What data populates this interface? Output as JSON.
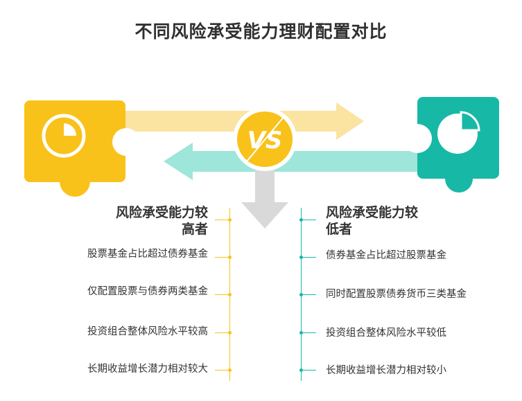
{
  "title": "不同风险承受能力理财配置对比",
  "center_badge": "VS",
  "colors": {
    "yellow": "#F9C21A",
    "teal": "#17B9A6",
    "light_yellow": "#FBE3A2",
    "light_teal": "#9EE5DA",
    "gray_arrow": "#D9D9D9"
  },
  "left": {
    "heading_line1": "风险承受能力较",
    "heading_line2": "高者",
    "items": [
      "股票基金占比超过债券基金",
      "仅配置股票与债券两类基金",
      "投资组合整体风险水平较高",
      "长期收益增长潜力相对较大"
    ]
  },
  "right": {
    "heading_line1": "风险承受能力较",
    "heading_line2": "低者",
    "items": [
      "债券基金占比超过股票基金",
      "同时配置股票债券货币三类基金",
      "投资组合整体风险水平较低",
      "长期收益增长潜力相对较小"
    ]
  }
}
